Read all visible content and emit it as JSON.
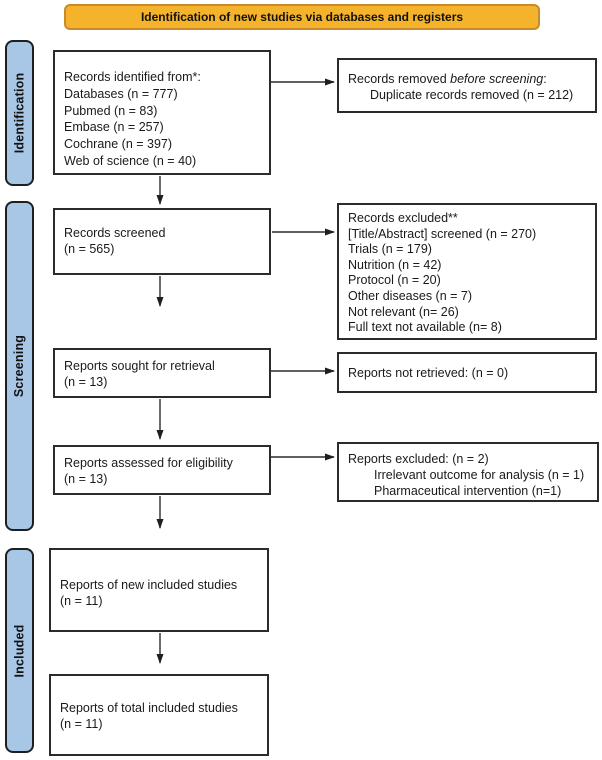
{
  "banner": {
    "label": "Identification of new studies via databases and registers"
  },
  "sidebar": {
    "identification": "Identification",
    "screening": "Screening",
    "included": "Included"
  },
  "boxes": {
    "records_identified": {
      "lines": [
        "Records identified from*:",
        "Databases (n = 777)",
        "Pubmed (n = 83)",
        "Embase (n = 257)",
        "Cochrane (n = 397)",
        "Web of science (n = 40)"
      ]
    },
    "records_removed": {
      "prefix": "Records removed ",
      "italic": "before screening",
      "suffix": ":",
      "indented": "Duplicate records removed (n = 212)"
    },
    "records_screened": {
      "lines": [
        "Records screened",
        "(n = 565)"
      ]
    },
    "records_excluded": {
      "lines": [
        "Records excluded**",
        "[Title/Abstract] screened (n = 270)",
        "Trials (n = 179)",
        "Nutrition (n = 42)",
        "Protocol (n = 20)",
        "Other diseases (n = 7)",
        "Not relevant (n= 26)",
        "Full text not available (n= 8)"
      ]
    },
    "reports_sought": {
      "lines": [
        "Reports sought for retrieval",
        "(n = 13)"
      ]
    },
    "reports_not_retrieved": {
      "line": "Reports not retrieved: (n = 0)"
    },
    "reports_assessed": {
      "lines": [
        "Reports assessed for eligibility",
        "(n = 13)"
      ]
    },
    "reports_excluded": {
      "line1": "Reports excluded: (n = 2)",
      "indented": [
        "Irrelevant outcome for analysis (n = 1)",
        "Pharmaceutical intervention (n=1)"
      ]
    },
    "new_included": {
      "lines": [
        "Reports of new included studies",
        "(n = 11)"
      ]
    },
    "total_included": {
      "lines": [
        "Reports of total included studies",
        "(n = 11)"
      ]
    }
  },
  "colors": {
    "banner_fill": "#F5B32B",
    "banner_border": "#C98A2E",
    "ribbon_fill": "#A8C6E6"
  }
}
